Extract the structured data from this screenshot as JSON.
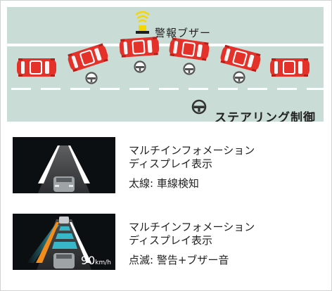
{
  "hero": {
    "buzzer_label": "警報ブザー",
    "steering_label": "ステアリング制御中"
  },
  "cards": [
    {
      "title_line1": "マルチインフォメーション",
      "title_line2": "ディスプレイ表示",
      "detail": "太線: 車線検知"
    },
    {
      "title_line1": "マルチインフォメーション",
      "title_line2": "ディスプレイ表示",
      "detail": "点滅: 警告+ブザー音",
      "speed_value": "90",
      "speed_unit": "km/h"
    }
  ],
  "colors": {
    "hero_bg": "#c9dcd6",
    "car_red": "#e4322b",
    "buzzer_yellow": "#f5d700",
    "lane_cyan": "#37b7c8",
    "lane_orange": "#f28c1c"
  }
}
